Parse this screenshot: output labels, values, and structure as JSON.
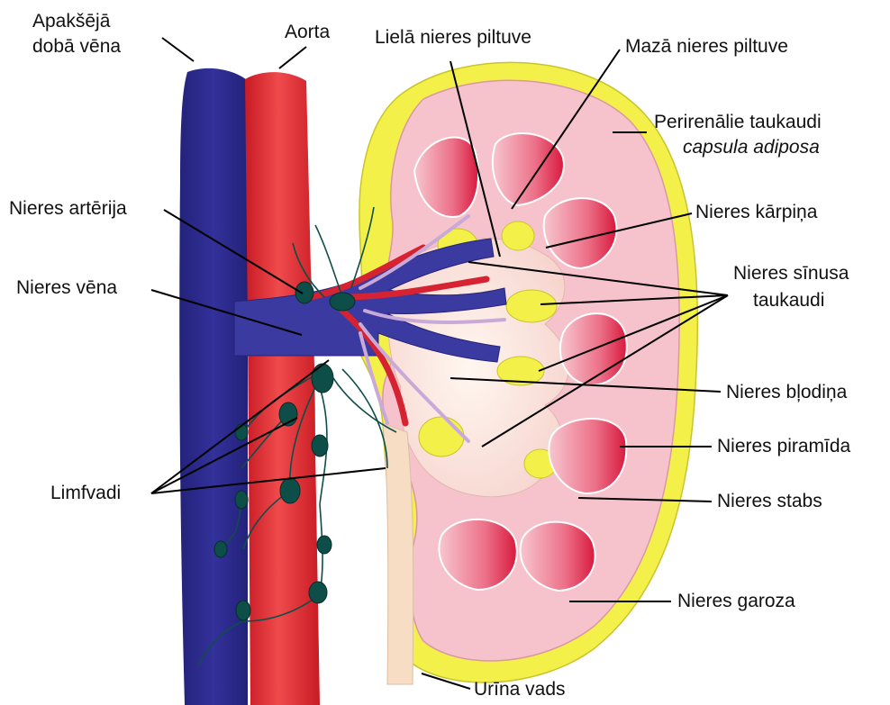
{
  "labels": {
    "ivc_line1": "Apakšējā",
    "ivc_line2": "dobā vēna",
    "aorta": "Aorta",
    "major_calyx": "Lielā nieres piltuve",
    "minor_calyx": "Mazā nieres piltuve",
    "perirenal_fat": "Perirenālie taukaudi",
    "capsula_adiposa": "capsula adiposa",
    "renal_papilla": "Nieres kārpiņa",
    "renal_artery": "Nieres artērija",
    "renal_vein": "Nieres vēna",
    "sinus_fat_line1": "Nieres sīnusa",
    "sinus_fat_line2": "taukaudi",
    "renal_pelvis": "Nieres bļodiņa",
    "renal_pyramid": "Nieres piramīda",
    "renal_column": "Nieres stabs",
    "lymph_vessels": "Limfvadi",
    "renal_cortex": "Nieres garoza",
    "ureter": "Urīna vads"
  },
  "colors": {
    "vena_cava": "#2b2a86",
    "aorta": "#e2262b",
    "fat": "#f4f04a",
    "cortex": "#f6c3cc",
    "pyramid": "#e2344f",
    "pelvis": "#fbe6dc",
    "lymph_node": "#0e4e48",
    "ureter": "#f6ddc4",
    "leader_line": "#000000"
  }
}
